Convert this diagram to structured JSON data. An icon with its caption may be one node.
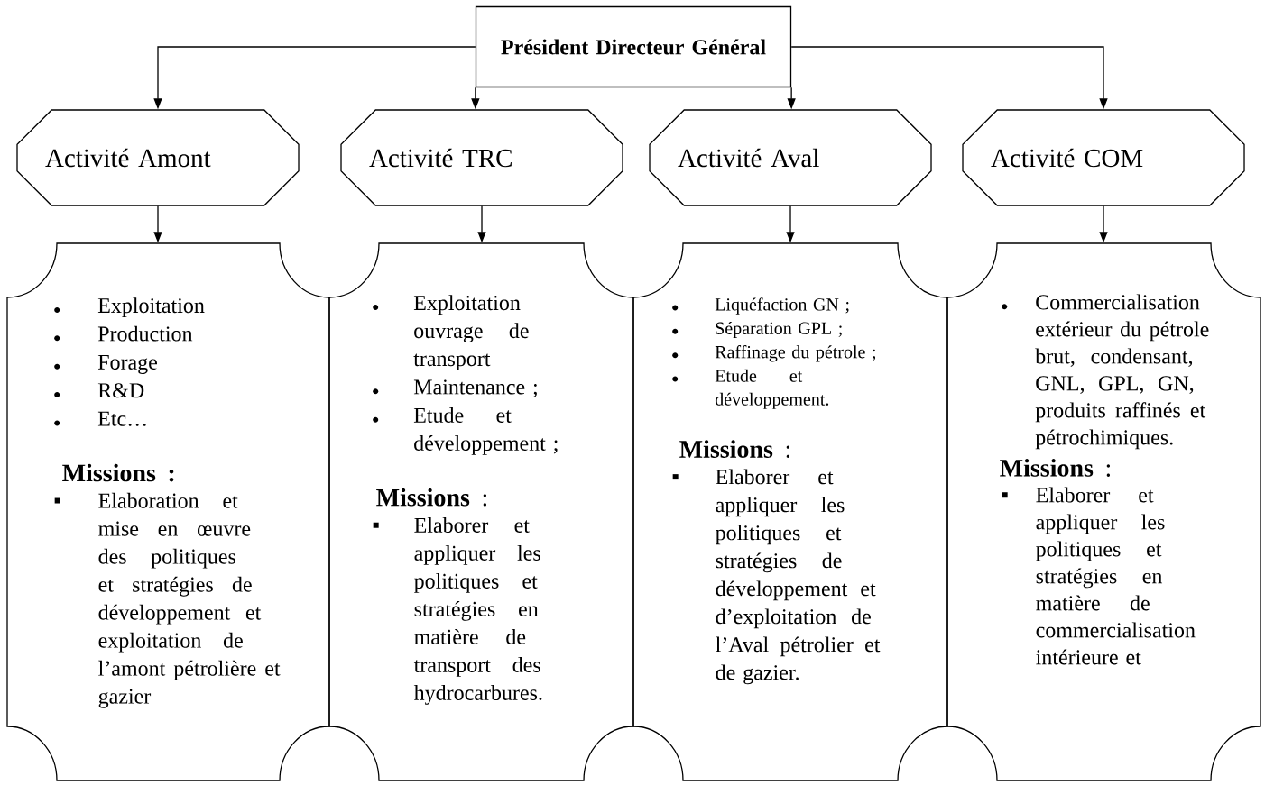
{
  "diagram": {
    "nodes": [
      {
        "text": [
          "Président Directeur Général"
        ]
      },
      {
        "text": [
          "Activité Amont"
        ]
      },
      {
        "text": [
          "Activité TRC"
        ]
      },
      {
        "text": [
          "Activité Aval"
        ]
      },
      {
        "text": [
          "Activité COM"
        ]
      },
      {
        "text": [
          "Exploitation",
          "Production",
          "Forage",
          "R&D",
          "Etc…",
          "Missions :",
          "Elaboration et mise en œuvre des politiques et stratégies de développement et exploitation de l’amont pétrolière et gazier"
        ]
      },
      {
        "text": [
          "Exploitation ouvrage de transport",
          "Maintenance ;",
          "Etude et développement ;",
          "**Missions** :",
          "Elaborer et appliquer les politiques et stratégies en matière de transport des hydrocarbures."
        ]
      },
      {
        "text": [
          "Liquéfaction GN ;",
          "Séparation GPL ;",
          "Raffinage du pétrole ;",
          "Etude et développement.",
          "**Missions** :",
          "Elaborer et appliquer les politiques et stratégies de développement et d’exploitation de l’Aval pétrolier et de gazier."
        ]
      },
      {
        "text": [
          "Commercialisation extérieur du pétrole brut, condensant, GNL, GPL, GN, produits raffinés et pétrochimiques.",
          "**Missions** :",
          "Elaborer et appliquer les politiques et stratégies en matière de commercialisation intérieure et"
        ]
      }
    ],
    "edges": [
      {
        "from": 0,
        "to": 1,
        "arrow": "to"
      },
      {
        "from": 0,
        "to": 2,
        "arrow": "to"
      },
      {
        "from": 0,
        "to": 3,
        "arrow": "to"
      },
      {
        "from": 0,
        "to": 4,
        "arrow": "to"
      },
      {
        "from": 1,
        "to": 5,
        "arrow": "to"
      },
      {
        "from": 2,
        "to": 6,
        "arrow": "to"
      },
      {
        "from": 3,
        "to": 7,
        "arrow": "to"
      },
      {
        "from": 4,
        "to": 8,
        "arrow": "to"
      }
    ]
  }
}
